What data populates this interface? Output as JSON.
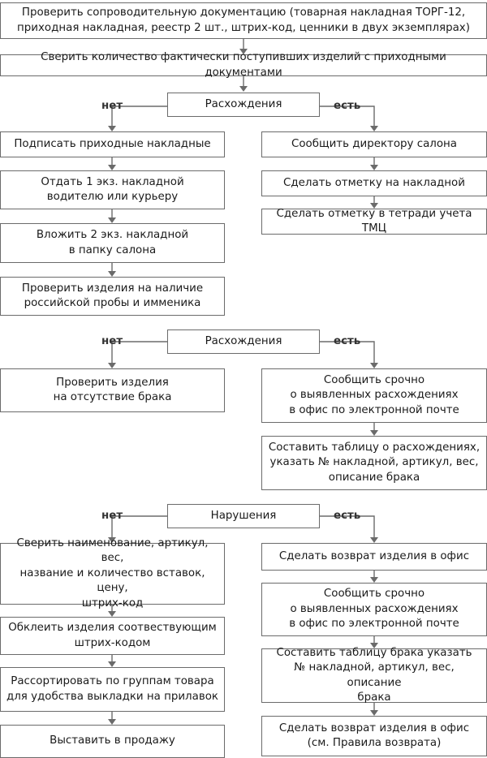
{
  "top": {
    "check_docs": "Проверить сопроводительную документацию (товарная накладная ТОРГ-12,\nприходная накладная, реестр 2 шт., штрих-код, ценники в двух экземплярах)",
    "reconcile": "Сверить количество фактически поступивших изделий с приходными документами"
  },
  "labels": {
    "no": "нет",
    "yes": "есть"
  },
  "section1": {
    "decision": "Расхождения",
    "left": [
      "Подписать приходные накладные",
      "Отдать 1 экз. накладной\nводителю или курьеру",
      "Вложить 2 экз. накладной\nв папку салона",
      "Проверить изделия на наличие\nроссийской пробы и имменика"
    ],
    "right": [
      "Сообщить директору салона",
      "Сделать отметку на накладной",
      "Сделать отметку в тетради учета ТМЦ"
    ]
  },
  "section2": {
    "decision": "Расхождения",
    "left": [
      "Проверить изделия\nна отсутствие брака"
    ],
    "right": [
      "Сообщить срочно\nо выявленных расхождениях\nв офис по электронной почте",
      "Составить таблицу о расхождениях,\nуказать № накладной, артикул, вес,\nописание брака"
    ]
  },
  "section3": {
    "decision": "Нарушения",
    "left": [
      "Сверить наименование, артикул, вес,\nназвание и количество вставок, цену,\nштрих-код",
      "Обклеить изделия соотвествующим\nштрих-кодом",
      "Рассортировать по группам товара\nдля удобства выкладки на прилавок",
      "Выставить в продажу"
    ],
    "right": [
      "Сделать возврат изделия в офис",
      "Сообщить срочно\nо выявленных расхождениях\nв офис по электронной почте",
      "Составить таблицу брака указать\n№ накладной, артикул, вес, описание\nбрака",
      "Сделать возврат изделия в офис\n(см. Правила возврата)"
    ]
  }
}
